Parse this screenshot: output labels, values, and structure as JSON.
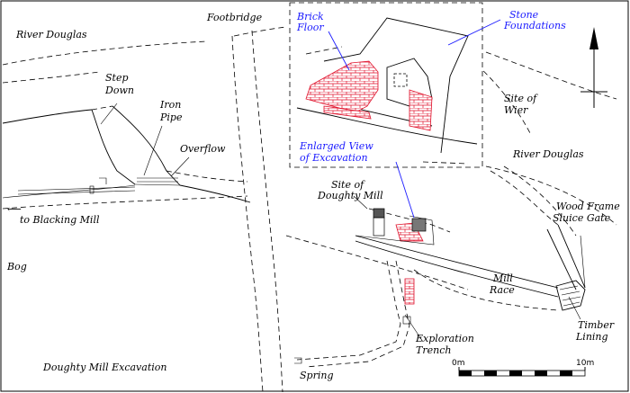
{
  "title": "Doughty Mill Excavation",
  "labels": {
    "river_douglas_top": "River Douglas",
    "footbridge": "Footbridge",
    "step_down_1": "Step",
    "step_down_2": "Down",
    "iron_pipe_1": "Iron",
    "iron_pipe_2": "Pipe",
    "overflow": "Overflow",
    "to_blacking_mill": "to Blacking Mill",
    "bog": "Bog",
    "site_of_wier_1": "Site of",
    "site_of_wier_2": "Wier",
    "river_douglas_right": "River Douglas",
    "site_of_doughty_mill_1": "Site of",
    "site_of_doughty_mill_2": "Doughty Mill",
    "wood_frame_1": "Wood Frame",
    "wood_frame_2": "Sluice Gate",
    "mill_race_1": "Mill",
    "mill_race_2": "Race",
    "timber_lining_1": "Timber",
    "timber_lining_2": "Lining",
    "exploration_trench_1": "Exploration",
    "exploration_trench_2": "Trench",
    "spring": "Spring",
    "brick_floor_1": "Brick",
    "brick_floor_2": "Floor",
    "stone_foundations_1": "Stone",
    "stone_foundations_2": "Foundations",
    "enlarged_view_1": "Enlarged View",
    "enlarged_view_2": "of Excavation"
  },
  "scale_bar": {
    "start_label": "0m",
    "end_label": "10m"
  },
  "colors": {
    "brick": "#e0102a",
    "annotation": "#1a1aff",
    "ink": "#000000"
  },
  "icons": {
    "north_arrow": "north-arrow-icon"
  }
}
